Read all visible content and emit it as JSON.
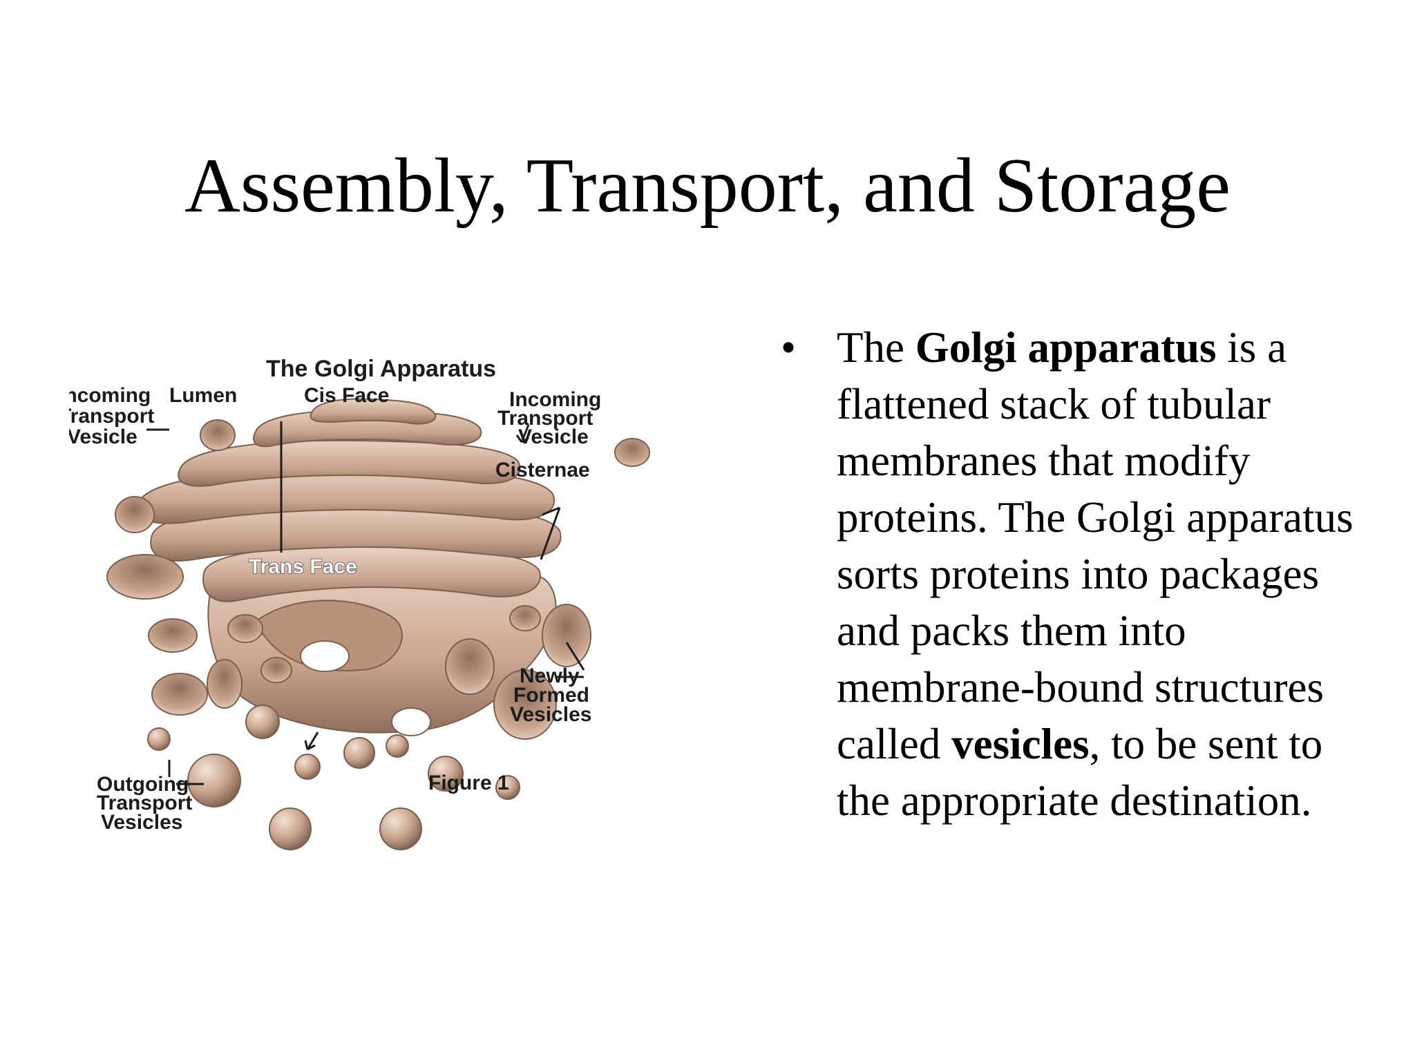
{
  "slide": {
    "title": "Assembly, Transport, and Storage"
  },
  "figure": {
    "heading": "The Golgi Apparatus",
    "caption": "Figure 1",
    "labels": {
      "incoming_left": [
        "Incoming",
        "Transport",
        "Vesicle"
      ],
      "lumen": "Lumen",
      "cis_face": "Cis Face",
      "incoming_right_1": "Incoming",
      "incoming_right_2": "Transport",
      "incoming_right_3": "Vesicle",
      "cisternae": "Cisternae",
      "trans_face": "Trans Face",
      "newly_1": "Newly",
      "newly_2": "Formed",
      "newly_3": "Vesicles",
      "outgoing_1": "Outgoing",
      "outgoing_2": "Transport",
      "outgoing_3": "Vesicles"
    },
    "colors": {
      "membrane": "#c9a58f",
      "membrane_dark": "#8a6a58",
      "membrane_light": "#e8d2c2"
    }
  },
  "bullet": {
    "symbol": "•",
    "t1": "The ",
    "b1": "Golgi apparatus",
    "t2": " is a flattened stack of tubular membranes that modify proteins. The Golgi apparatus sorts proteins into packages and packs them into membrane-bound structures called ",
    "b2": "vesicles",
    "t3": ", to be sent to the appropriate destination."
  }
}
